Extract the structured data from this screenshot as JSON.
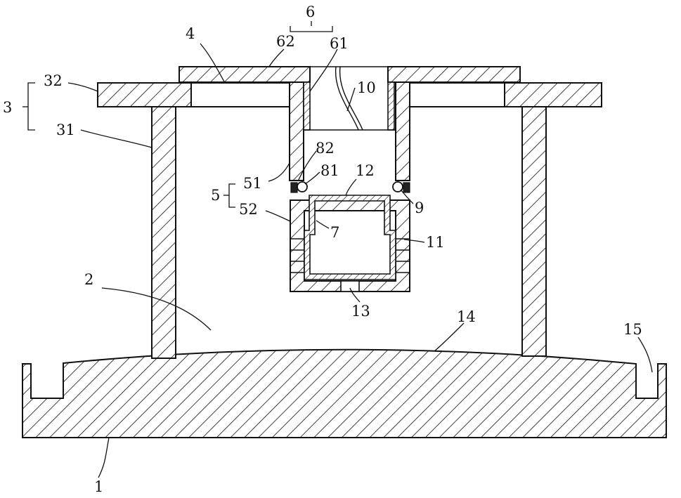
{
  "labels": {
    "base": "1",
    "cavity": "2",
    "support": "3",
    "support_leg": "31",
    "support_plate": "32",
    "opening": "4",
    "sleeve": "5",
    "sleeve_upper": "51",
    "sleeve_lower": "52",
    "tube": "6",
    "tube_inner": "61",
    "tube_cap": "62",
    "cup": "7",
    "ring": "81",
    "ring_seat": "82",
    "ball": "9",
    "cable": "10",
    "fins": "11",
    "top_wall": "12",
    "bottom_hole": "13",
    "slope": "14",
    "groove": "15"
  }
}
